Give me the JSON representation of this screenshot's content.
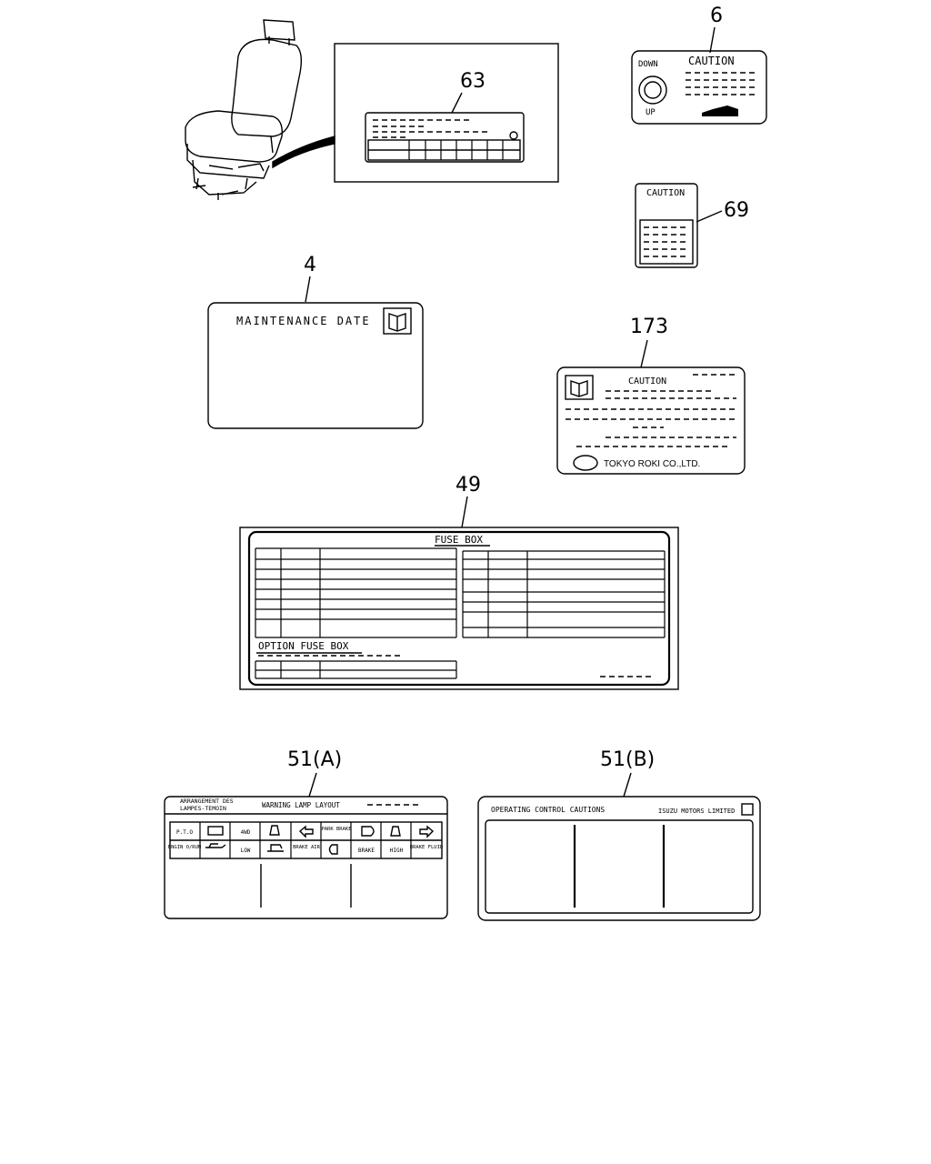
{
  "parts": {
    "p6": "6",
    "p63": "63",
    "p69": "69",
    "p4": "4",
    "p173": "173",
    "p49": "49",
    "p51a": "51(A)",
    "p51b": "51(B)"
  },
  "label6": {
    "caution": "CAUTION",
    "down": "DOWN",
    "up": "UP"
  },
  "label69": {
    "caution": "CAUTION"
  },
  "label4": {
    "title": "MAINTENANCE DATE"
  },
  "label173": {
    "caution": "CAUTION",
    "maker": "TOKYO ROKI CO.,LTD."
  },
  "label49": {
    "title": "FUSE BOX",
    "option": "OPTION FUSE BOX"
  },
  "label51a": {
    "fr_title_1": "ARRANGEMENT DES",
    "fr_title_2": "LAMPES-TEMOIN",
    "title": "WARNING LAMP LAYOUT",
    "row1": [
      "P.T.O",
      "",
      "4WD",
      "",
      "",
      "PARK BRAKE",
      "",
      "",
      ""
    ],
    "row2": [
      "ENGIN O/RUN",
      "",
      "LOW",
      "",
      "BRAKE AIR",
      "",
      "BRAKE",
      "HIGH",
      "BRAKE FLUID"
    ]
  },
  "label51b": {
    "title": "OPERATING CONTROL CAUTIONS",
    "maker": "ISUZU MOTORS LIMITED"
  },
  "icons": [
    "seat-illustration",
    "book-icon",
    "lever-icon",
    "filter-icon",
    "battery-icon",
    "arrow-left-icon",
    "arrow-right-icon",
    "headlamp-icon",
    "oil-can-icon"
  ]
}
